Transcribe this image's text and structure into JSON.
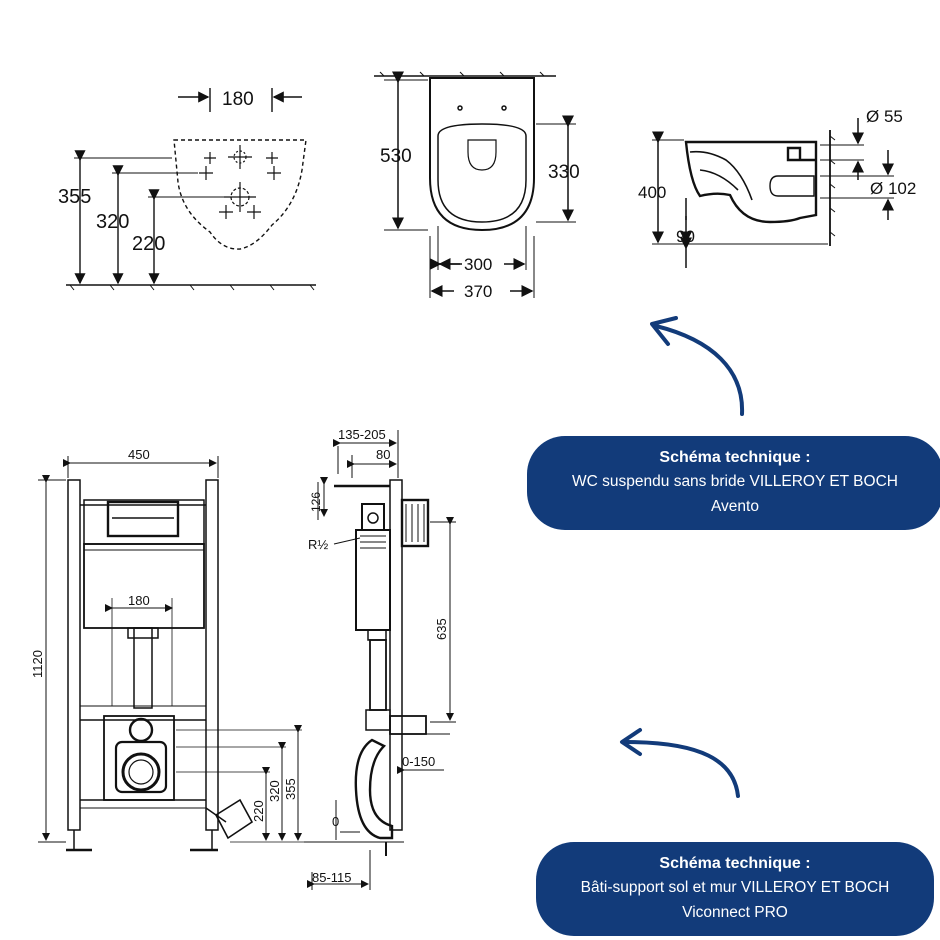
{
  "colors": {
    "bubble": "#123b7a",
    "arrow": "#123b7a",
    "ink": "#111111"
  },
  "top_front": {
    "d180": "180",
    "d355": "355",
    "d320": "320",
    "d220": "220"
  },
  "top_plan": {
    "d530": "530",
    "d330": "330",
    "d300": "300",
    "d370": "370"
  },
  "top_side": {
    "d55": "Ø 55",
    "d102": "Ø 102",
    "d400": "400",
    "d90": "90"
  },
  "frame_front": {
    "d450": "450",
    "d180": "180",
    "d1120": "1120",
    "d220": "220",
    "d320": "320",
    "d355": "355"
  },
  "frame_side": {
    "d135": "135-205",
    "d80": "80",
    "d126": "126",
    "r12": "R½",
    "d635": "635",
    "d0150": "0-150",
    "d0": "0",
    "d85": "85-115"
  },
  "callouts": [
    {
      "title": "Schéma technique :",
      "lines": [
        "WC suspendu sans bride VILLEROY ET BOCH",
        "Avento"
      ]
    },
    {
      "title": "Schéma technique :",
      "lines": [
        "Bâti-support sol et mur VILLEROY ET BOCH",
        "Viconnect PRO"
      ]
    }
  ]
}
